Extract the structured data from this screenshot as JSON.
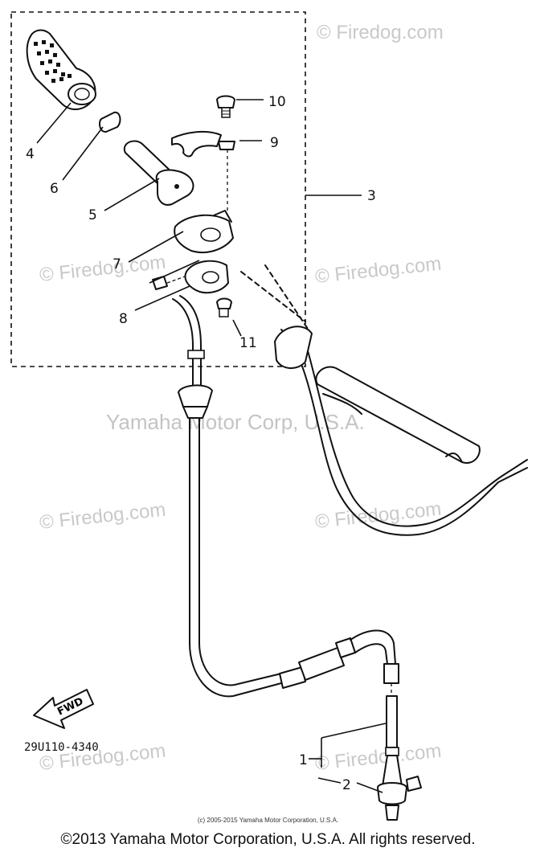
{
  "watermarks": {
    "top": "© Firedog.com",
    "repeat": "© Firedog.com",
    "center": "Yamaha Motor Corp, U.S.A."
  },
  "callouts": [
    "1",
    "2",
    "3",
    "4",
    "5",
    "6",
    "7",
    "8",
    "9",
    "10",
    "11"
  ],
  "part_code": "29U110-4340",
  "fwd_label": "FWD",
  "small_copyright": "(c) 2005-2015 Yamaha Motor Corporation, U.S.A.",
  "footer_copyright": "©2013 Yamaha Motor Corporation, U.S.A. All rights reserved."
}
